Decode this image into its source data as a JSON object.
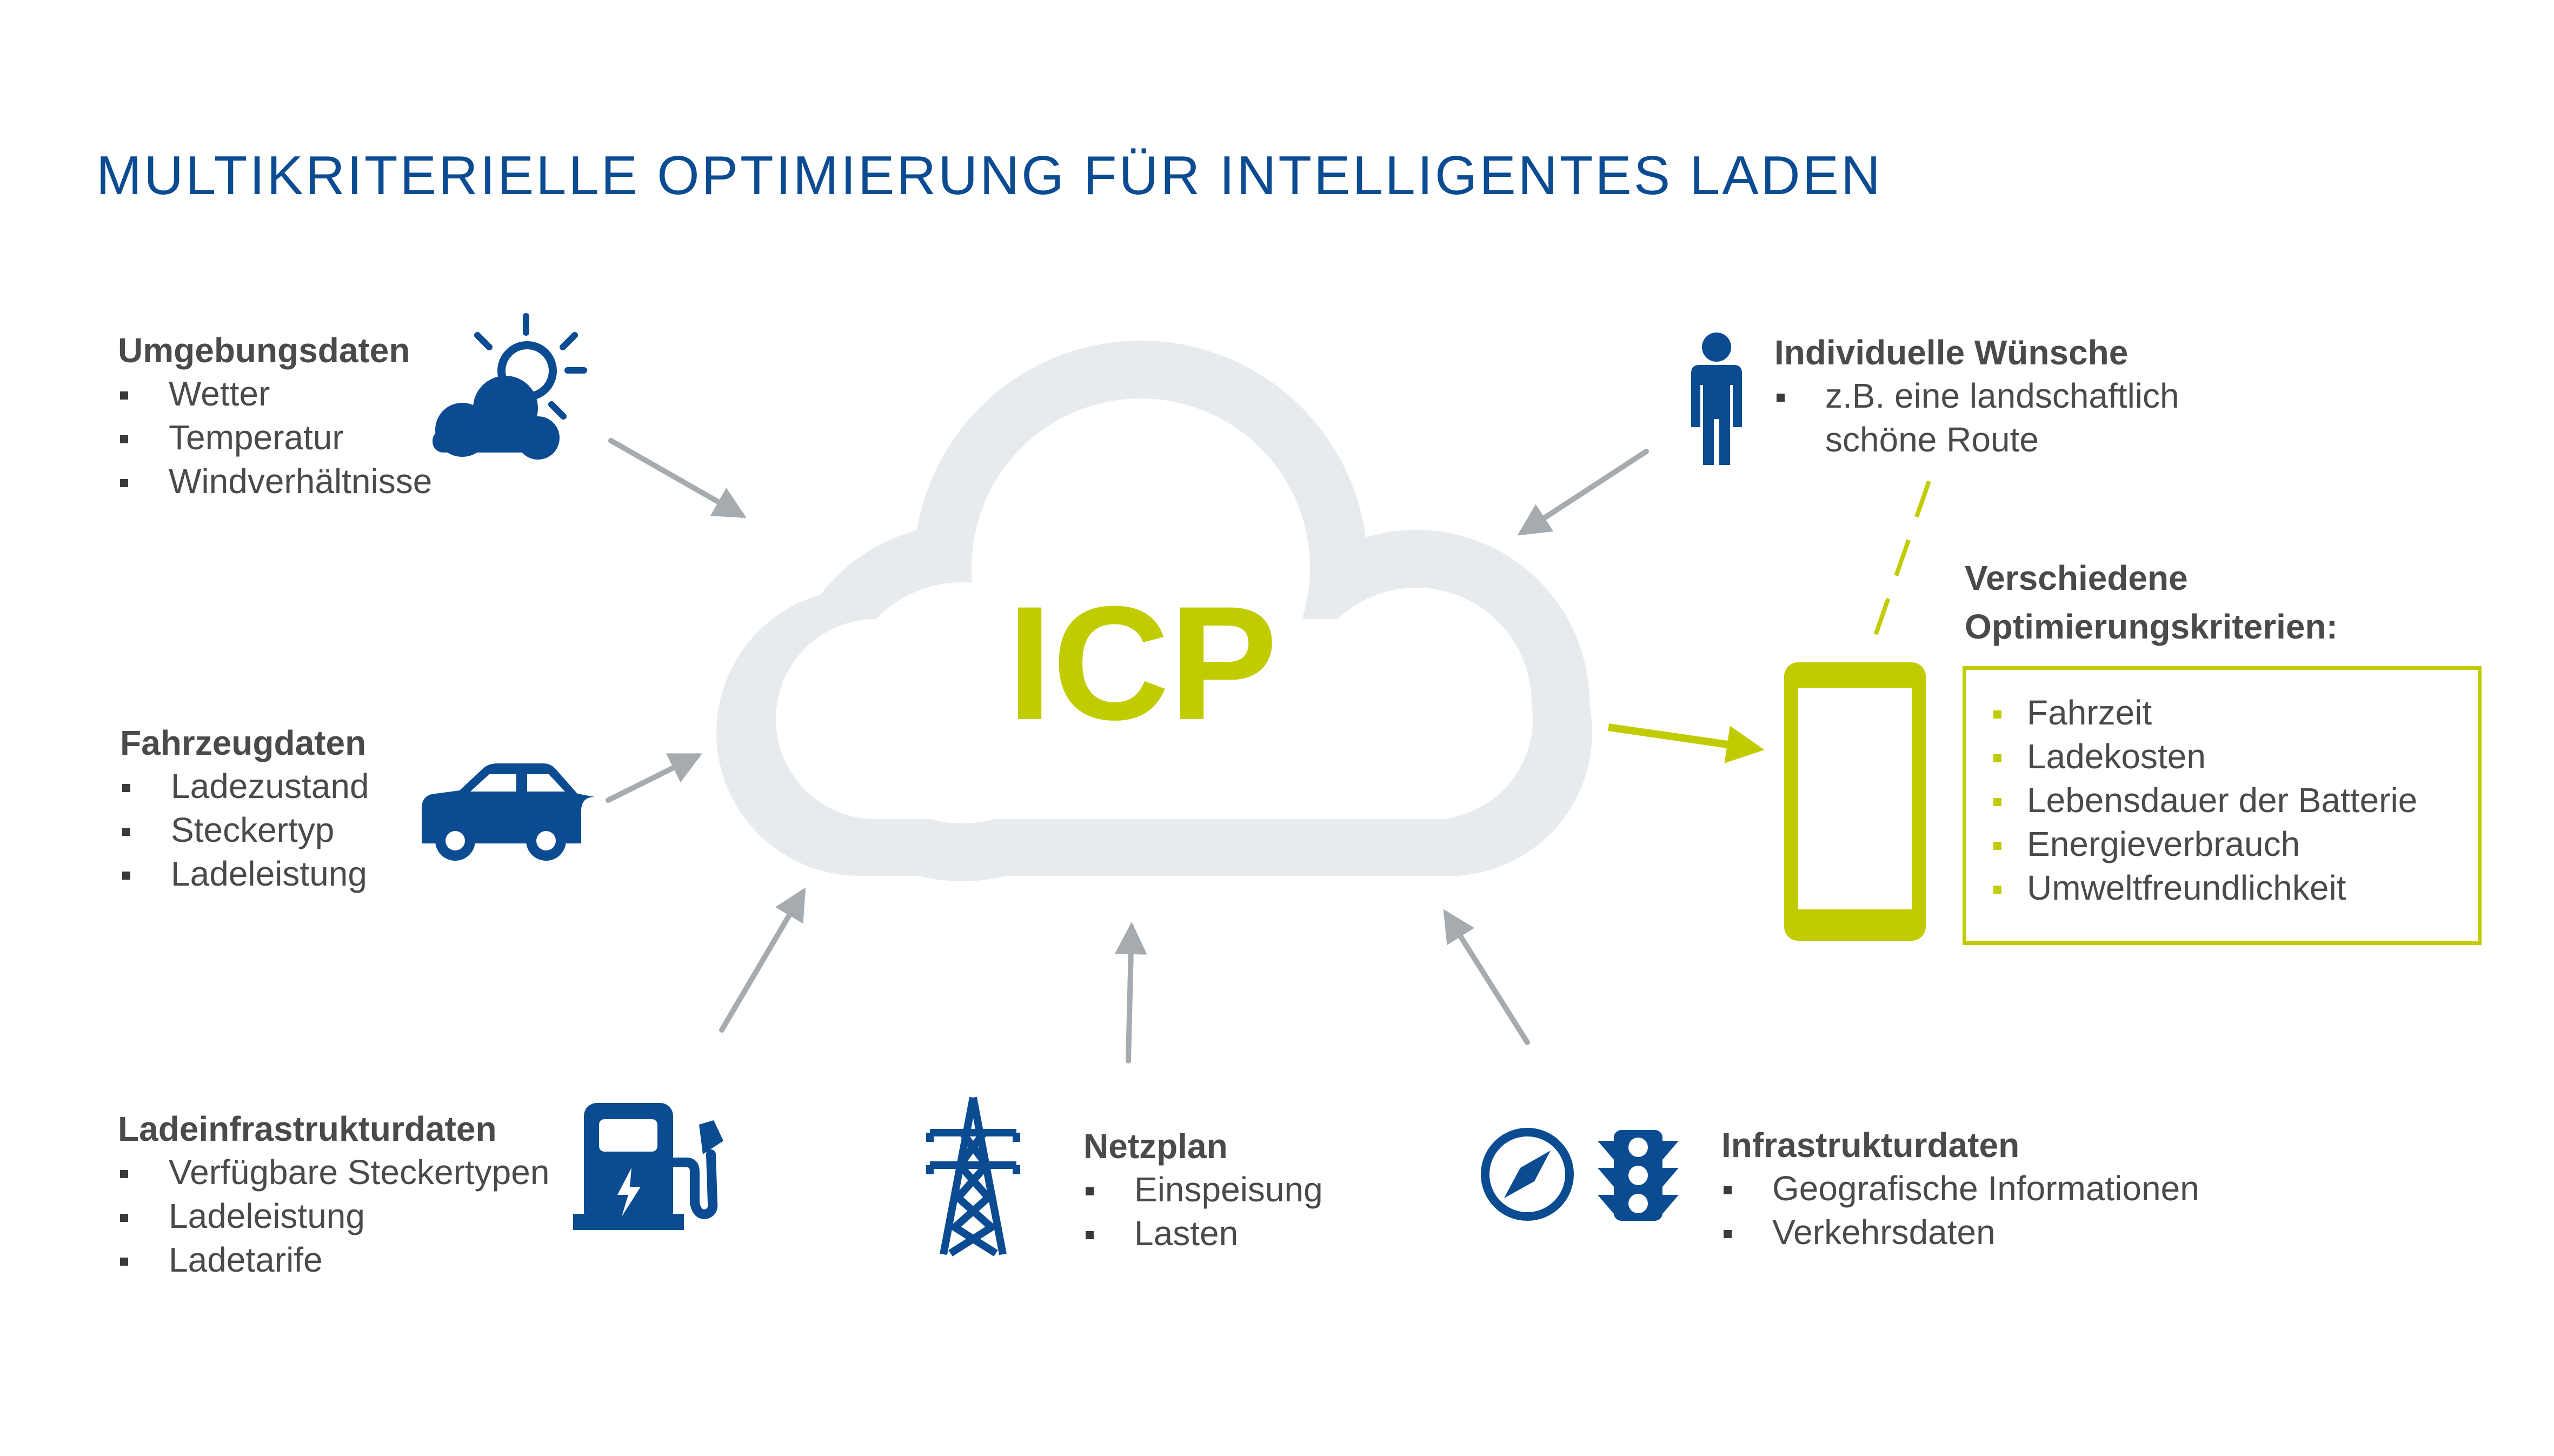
{
  "title": "MULTIKRITERIELLE OPTIMIERUNG FÜR INTELLIGENTES LADEN",
  "center_label": "ICP",
  "colors": {
    "blue": "#0b4b92",
    "green": "#c1cc00",
    "cloud": "#e8ebed",
    "arrow": "#a5abaf",
    "text": "#4a4a4a"
  },
  "environment": {
    "heading": "Umgebungsdaten",
    "items": [
      "Wetter",
      "Temperatur",
      "Windverhältnisse"
    ],
    "icon": "weather-icon"
  },
  "vehicle": {
    "heading": "Fahrzeugdaten",
    "items": [
      "Ladezustand",
      "Steckertyp",
      "Ladeleistung"
    ],
    "icon": "car-icon"
  },
  "charging_infra": {
    "heading": "Ladeinfrastrukturdaten",
    "items": [
      "Verfügbare Steckertypen",
      "Ladeleistung",
      "Ladetarife"
    ],
    "icon": "charging-station-icon"
  },
  "grid": {
    "heading": "Netzplan",
    "items": [
      "Einspeisung",
      "Lasten"
    ],
    "icon": "power-pylon-icon"
  },
  "infrastructure": {
    "heading": "Infrastrukturdaten",
    "items": [
      "Geografische Informationen",
      "Verkehrsdaten"
    ],
    "icons": [
      "compass-icon",
      "traffic-light-icon"
    ]
  },
  "wishes": {
    "heading": "Individuelle Wünsche",
    "items": [
      "z.B. eine landschaftlich schöne Route"
    ],
    "item_lines": [
      "z.B. eine landschaftlich",
      "schöne Route"
    ],
    "icon": "person-icon"
  },
  "criteria": {
    "heading_lines": [
      "Verschiedene",
      "Optimierungskriterien:"
    ],
    "items": [
      "Fahrzeit",
      "Ladekosten",
      "Lebensdauer der Batterie",
      "Energieverbrauch",
      "Umweltfreundlichkeit"
    ],
    "device_icon": "smartphone-icon"
  }
}
